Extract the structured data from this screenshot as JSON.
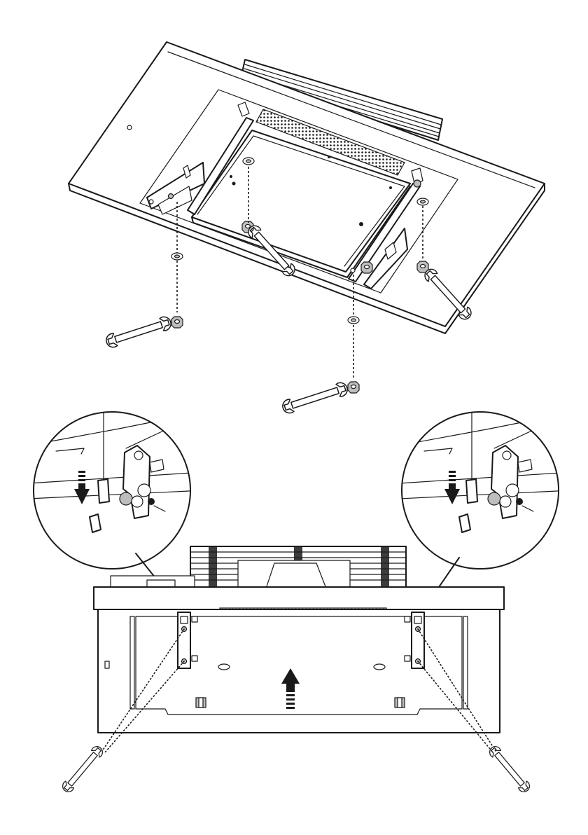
{
  "figure": {
    "top_view": "hood-underside-with-filter-panel",
    "bottom_view": "hood-front-with-hinged-panel",
    "details": [
      "left-hinge-detail",
      "right-hinge-detail"
    ],
    "icons": [
      "spanner-icon",
      "nut-icon",
      "washer-icon",
      "down-arrow-icon",
      "up-arrow-icon"
    ],
    "colors": {
      "line": "#1a1a1a",
      "fill": "#ffffff",
      "shade": "#bdbdbd"
    }
  }
}
